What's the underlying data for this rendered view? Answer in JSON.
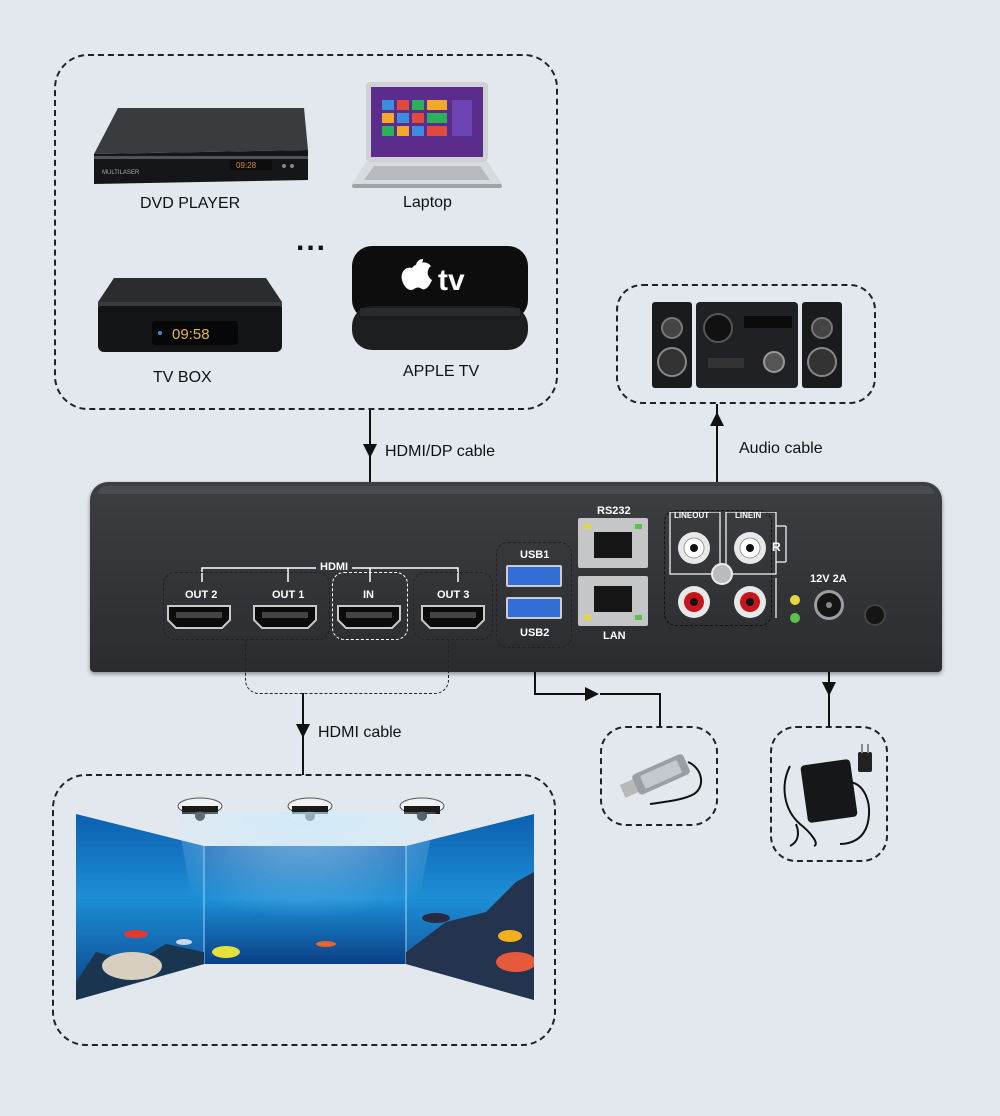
{
  "sources": {
    "dvd_player": "DVD PLAYER",
    "laptop": "Laptop",
    "ellipsis": "...",
    "tv_box": "TV BOX",
    "tv_box_display": "09:58",
    "dvd_display": "09:28",
    "dvd_brand": "MULTILASER",
    "apple_tv": "APPLE TV",
    "apple_tv_logo": "tv"
  },
  "cables": {
    "hdmi_dp": "HDMI/DP cable",
    "audio": "Audio cable",
    "hdmi": "HDMI cable"
  },
  "device": {
    "hdmi_group": "HDMI",
    "ports": [
      "OUT 2",
      "OUT 1",
      "IN",
      "OUT 3"
    ],
    "usb1": "USB1",
    "usb2": "USB2",
    "rs232": "RS232",
    "lan": "LAN",
    "line_out": "LINEOUT",
    "line_in": "LINEIN",
    "channel_r": "R",
    "power": "12V 2A"
  },
  "colors": {
    "background": "#e3e8ee",
    "device_body": "#2e3033",
    "usb_blue": "#2f6fd6",
    "rca_red": "#c8141c"
  },
  "icons": [
    "dvd-player-icon",
    "laptop-icon",
    "tv-box-icon",
    "apple-tv-icon",
    "speaker-system-icon",
    "usb-stick-icon",
    "power-adapter-icon",
    "projector-icon",
    "projection-wall-image"
  ]
}
